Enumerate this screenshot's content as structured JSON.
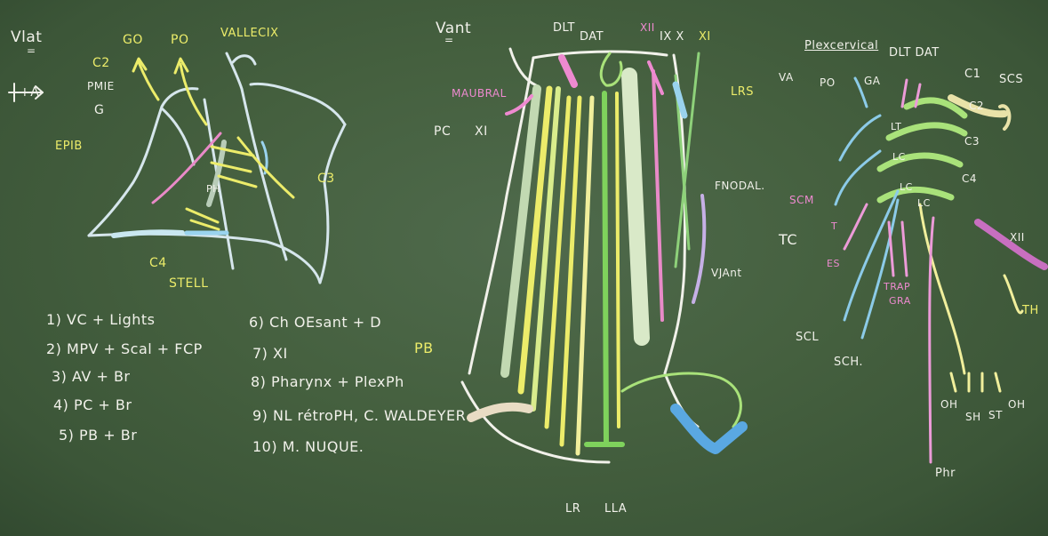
{
  "palette": {
    "board": "#45603f",
    "chalk_white": "#f1f1ea",
    "chalk_yellow": "#ecec6a",
    "chalk_pink": "#ee8ad0",
    "chalk_blue": "#9ad3ee",
    "chalk_green": "#a9e27a"
  },
  "left_sketch": {
    "title": "Vlat",
    "title_mark": "=",
    "arrow_label": "+A",
    "labels": {
      "go": "GO",
      "po": "PO",
      "vallecix": "VALLECIX",
      "c2": "C2",
      "pmie": "PMIE",
      "g": "G",
      "epib": "EPIB",
      "ph": "PH",
      "c3": "C3",
      "c4": "C4",
      "stell": "STELL"
    }
  },
  "list": {
    "left": [
      "1) VC + Lights",
      "2) MPV + Scal + FCP",
      "3) AV + Br",
      "4) PC + Br",
      "5) PB + Br"
    ],
    "right": [
      "6) Ch OEsant + D",
      "7) XI",
      "8) Pharynx + PlexPh",
      "9) NL rétroPH, C. WALDEYER",
      "10) M. NUQUE."
    ]
  },
  "center_sketch": {
    "title": "Vant",
    "title_mark": "=",
    "labels": {
      "dlt": "DLT",
      "dat": "DAT",
      "xii": "XII",
      "ix_x": "IX X",
      "xi_top": "XI",
      "maubral": "MAUBRAL",
      "pc": "PC",
      "xi_left": "XI",
      "lrs": "LRS",
      "fnodal": "FNODAL.",
      "vjant": "VJAnt",
      "pb": "PB",
      "lr": "LR",
      "lla": "LLA"
    }
  },
  "right_sketch": {
    "title": "Plexcervical",
    "labels": {
      "dlt_dat": "DLT DAT",
      "va": "VA",
      "po": "PO",
      "ga": "GA",
      "c1": "C1",
      "scs": "SCS",
      "c2": "C2",
      "lt": "LT",
      "c3": "C3",
      "lc1": "LC",
      "lc2": "LC",
      "c4": "C4",
      "lc3": "LC",
      "scm": "SCM",
      "tc": "TC",
      "t": "T",
      "es": "ES",
      "trap": "TRAP",
      "gra": "GRA",
      "xii": "XII",
      "th": "TH",
      "scl": "SCL",
      "sch": "SCH.",
      "oh1": "OH",
      "sh": "SH",
      "st": "ST",
      "oh2": "OH",
      "phr": "Phr"
    }
  }
}
